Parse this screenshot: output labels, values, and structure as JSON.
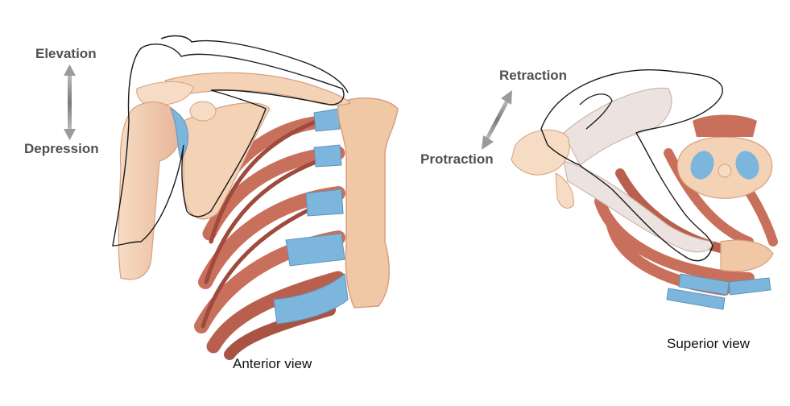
{
  "anterior": {
    "label_up": "Elevation",
    "label_down": "Depression",
    "caption": "Anterior view"
  },
  "superior": {
    "label_up": "Retraction",
    "label_down": "Protraction",
    "caption": "Superior view"
  },
  "colors": {
    "bone": "#f3d2b6",
    "bone_shade": "#e2a98b",
    "rib": "#c8705c",
    "rib_dark": "#9e4a3c",
    "cartilage": "#7db6dc",
    "outline": "#1a1a1a",
    "arrow": "#8a8a8a",
    "label": "#505050"
  },
  "icons": {
    "vertical_arrow": "double-vertical-arrow-icon",
    "diagonal_arrow": "double-diagonal-arrow-icon"
  }
}
